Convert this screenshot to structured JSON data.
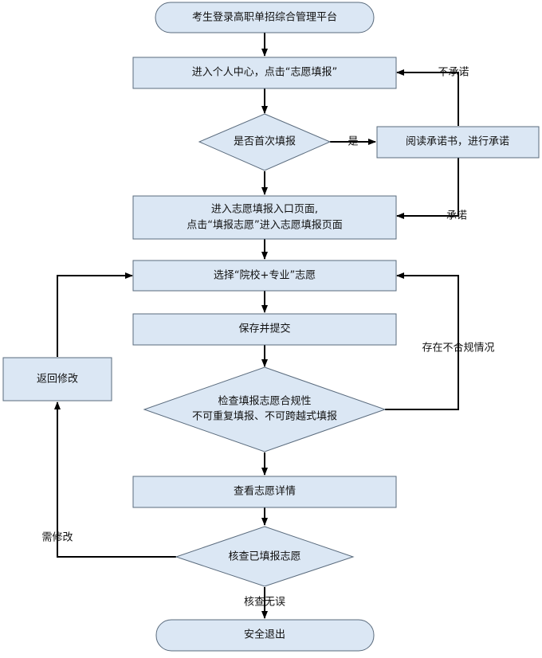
{
  "nodes": {
    "start": "考生登录高职单招综合管理平台",
    "enter_center": "进入个人中心，点击“志愿填报”",
    "first_fill": "是否首次填报",
    "read_commitment": "阅读承诺书，进行承诺",
    "entry_page_line1": "进入志愿填报入口页面,",
    "entry_page_line2": "点击“填报志愿”进入志愿填报页面",
    "select_choice": "选择“院校+专业”志愿",
    "save_submit": "保存并提交",
    "check_line1": "检查填报志愿合规性",
    "check_line2": "不可重复填报、不可跨越式填报",
    "view_details": "查看志愿详情",
    "verify": "核查已填报志愿",
    "return_modify": "返回修改",
    "logout": "安全退出"
  },
  "edge_labels": {
    "yes": "是",
    "not_committed": "不承诺",
    "committed": "承诺",
    "noncompliant": "存在不合规情况",
    "needs_modify": "需修改",
    "verified_ok": "核查无误"
  },
  "colors": {
    "node_fill": "#dbe7f4",
    "node_stroke": "#5a6b7d",
    "arrow": "#000000"
  }
}
